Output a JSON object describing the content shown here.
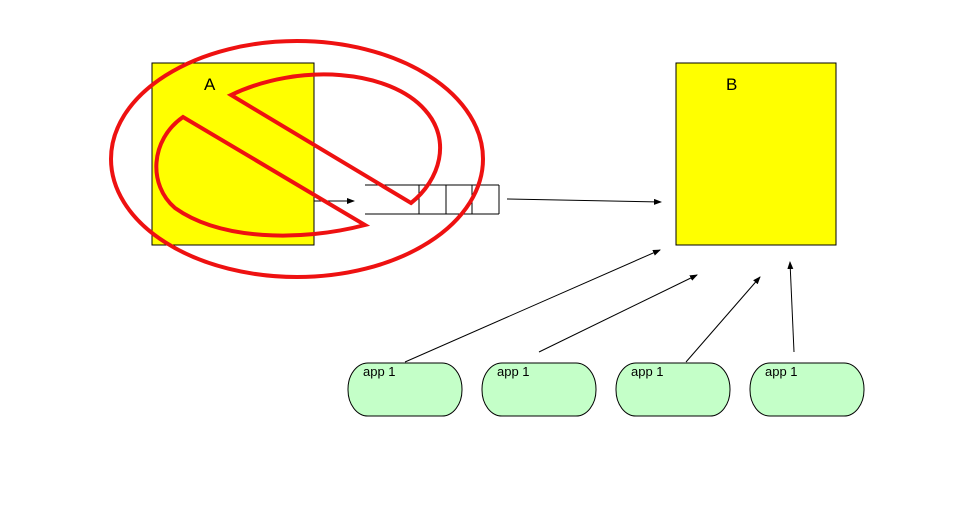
{
  "diagram": {
    "node_a": {
      "label": "A",
      "fill": "#ffff00"
    },
    "node_b": {
      "label": "B",
      "fill": "#ffff00"
    },
    "apps": [
      {
        "label": "app 1"
      },
      {
        "label": "app 1"
      },
      {
        "label": "app 1"
      },
      {
        "label": "app 1"
      }
    ],
    "app_fill": "#c4ffc8",
    "prohibition_color": "#ee1111",
    "queue_cells": 4
  }
}
